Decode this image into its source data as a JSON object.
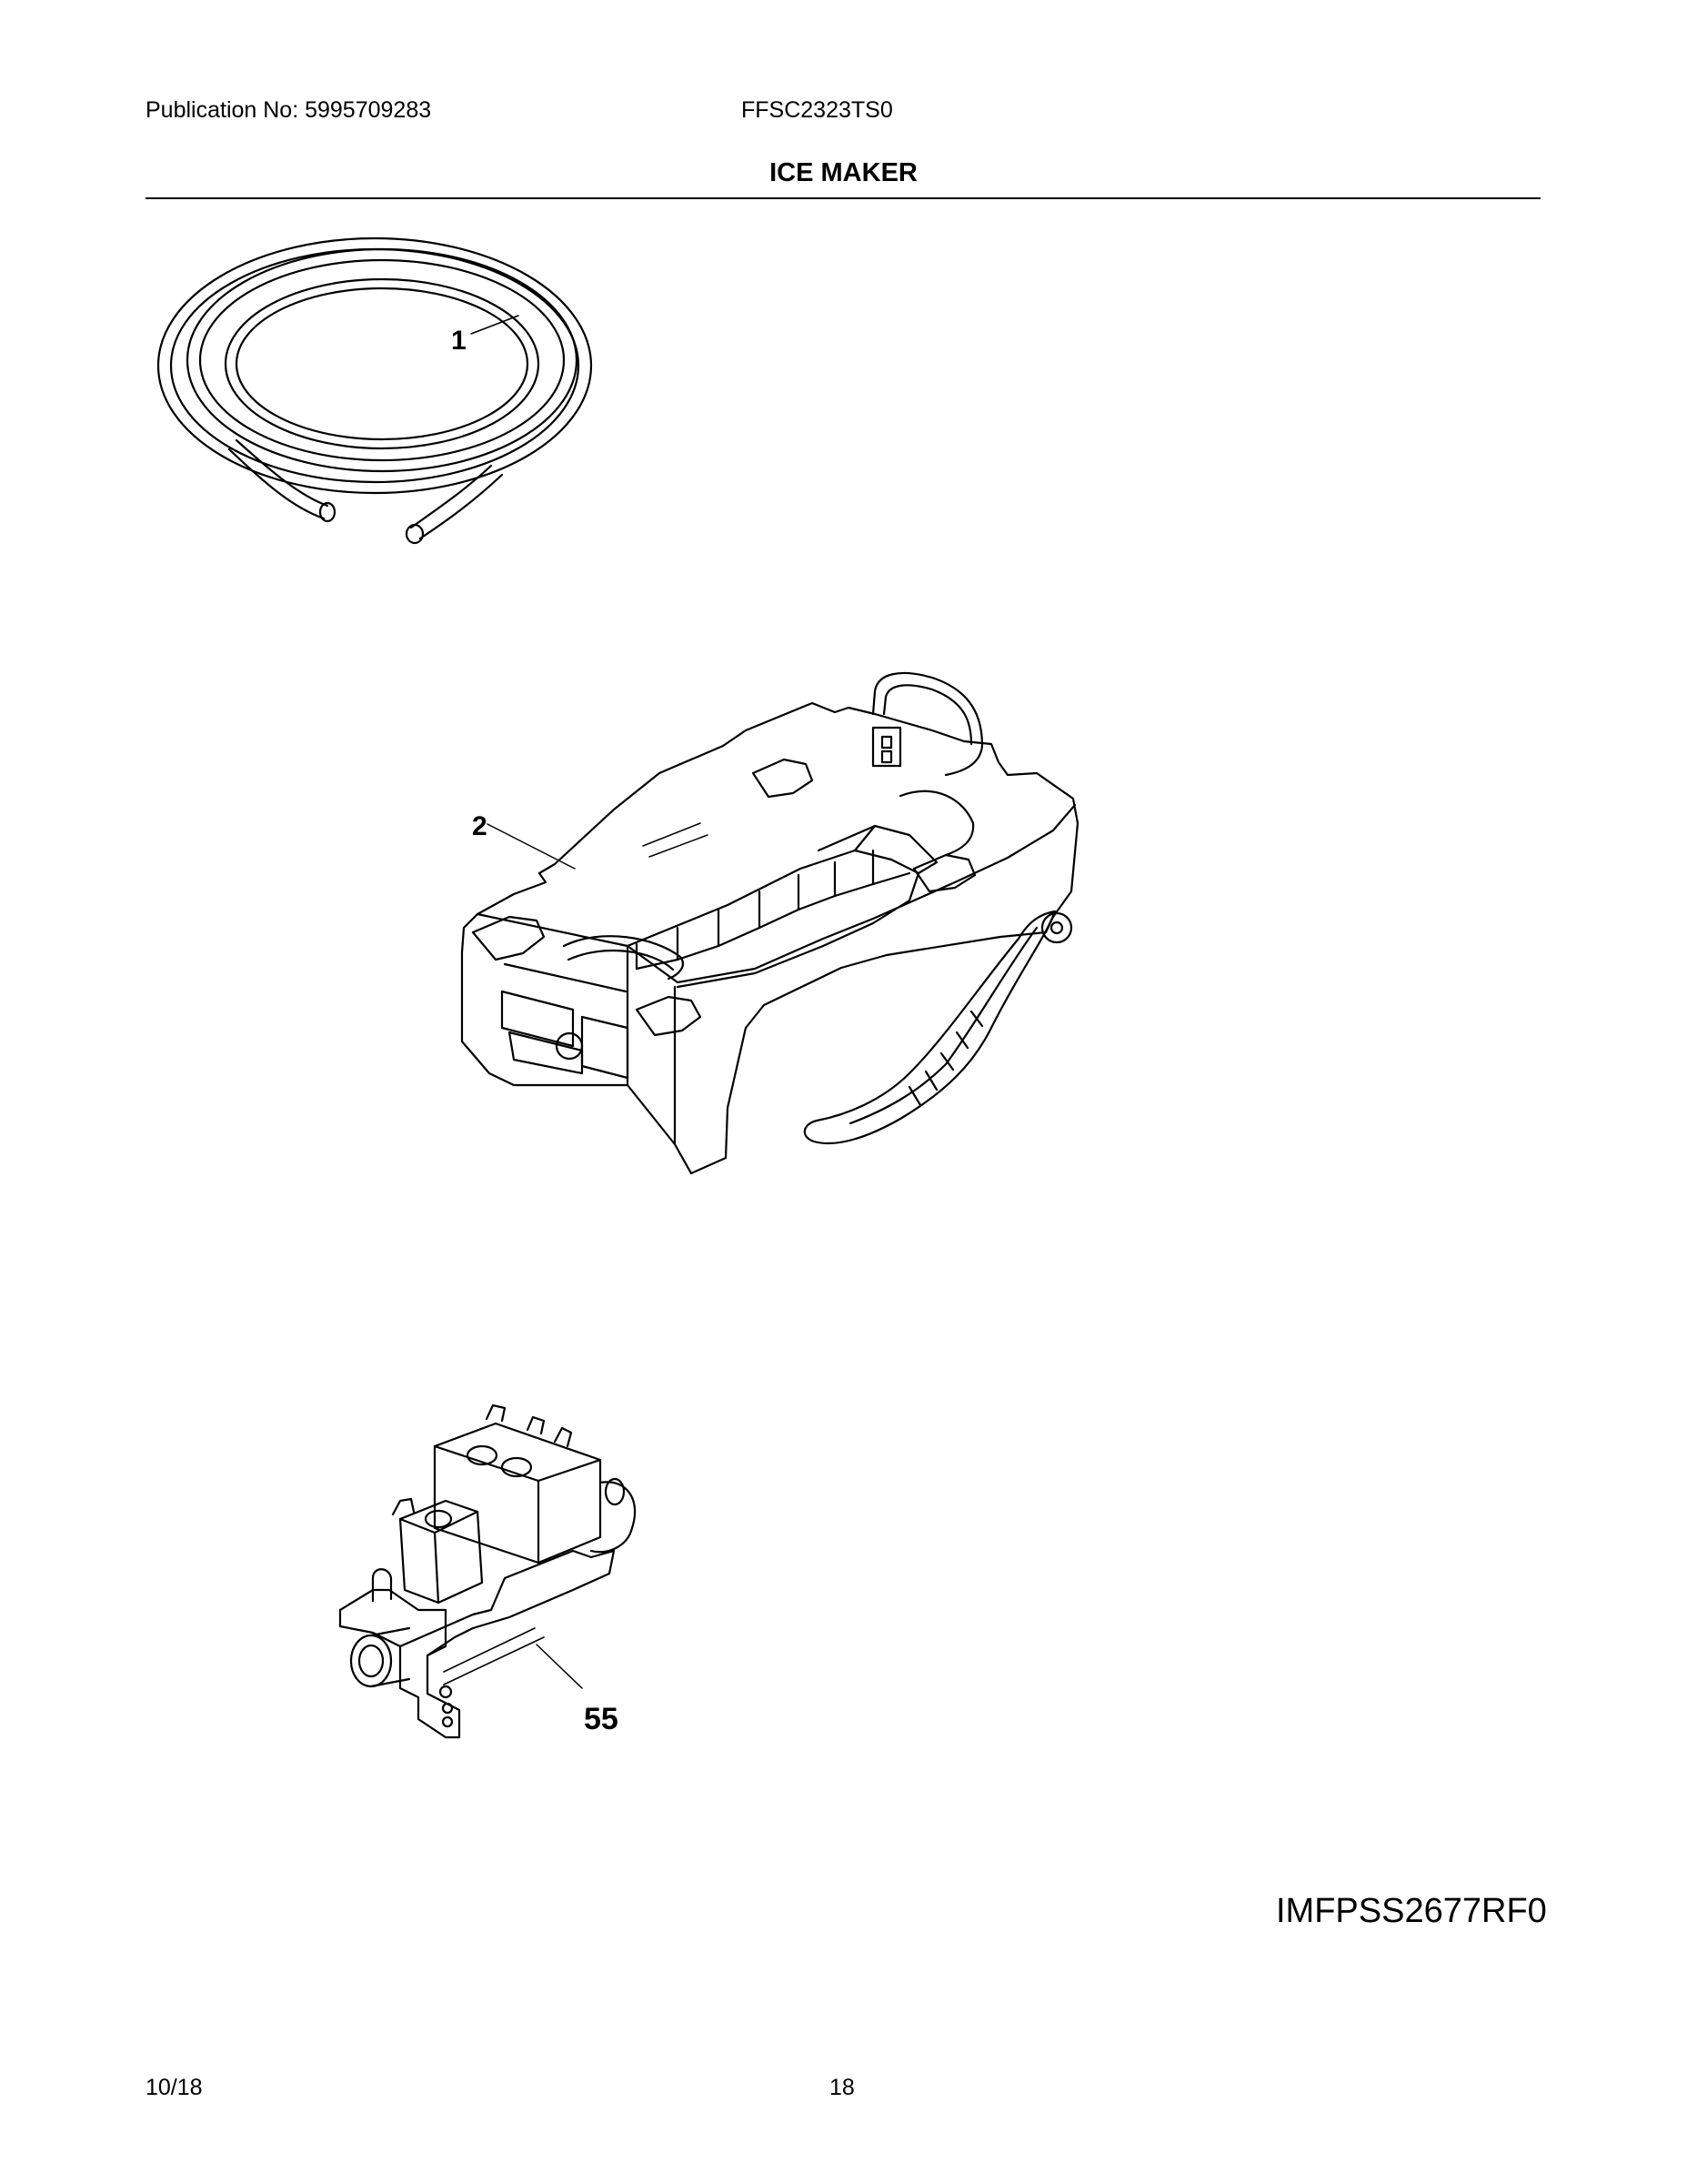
{
  "header": {
    "publication": "Publication No: 5995709283",
    "model": "FFSC2323TS0",
    "title": "ICE MAKER"
  },
  "parts": [
    {
      "callout": "1",
      "icon": "water-tubing-coil-icon"
    },
    {
      "callout": "2",
      "icon": "ice-maker-assembly-icon"
    },
    {
      "callout": "55",
      "icon": "water-valve-icon"
    }
  ],
  "illustration_code": "IMFPSS2677RF0",
  "footer": {
    "date": "10/18",
    "page": "18"
  }
}
